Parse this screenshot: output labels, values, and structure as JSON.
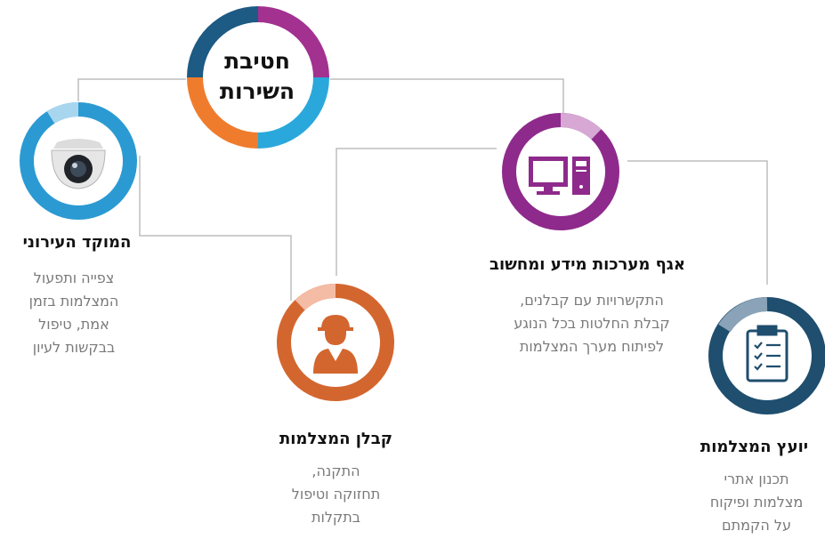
{
  "hub": {
    "line1": "חטיבת",
    "line2": "השירות",
    "colors": [
      "#a23190",
      "#2aa8dc",
      "#ef7c2d",
      "#1d5a84"
    ]
  },
  "nodes": {
    "control_center": {
      "title": "המוקד העירוני",
      "desc": [
        "צפייה ותפעול",
        "המצלמות בזמן",
        "אמת, טיפול",
        "בבקשות לעיון"
      ],
      "icon": "security-camera-icon",
      "color": "#2b9ad2"
    },
    "it_department": {
      "title": "אגף מערכות מידע ומחשוב",
      "desc": [
        "התקשרויות עם קבלנים,",
        "קבלת החלטות בכל הנוגע",
        "לפיתוח מערך המצלמות"
      ],
      "icon": "computer-icon",
      "color": "#8e2a8b"
    },
    "contractor": {
      "title": "קבלן המצלמות",
      "desc": [
        "התקנה,",
        "תחזוקה וטיפול",
        "בתקלות"
      ],
      "icon": "worker-icon",
      "color": "#d3662f"
    },
    "consultant": {
      "title": "יועץ המצלמות",
      "desc": [
        "תכנון אתרי",
        "מצלמות ופיקוח",
        "על הקמתם"
      ],
      "icon": "clipboard-checklist-icon",
      "color": "#1f4e6e"
    }
  }
}
